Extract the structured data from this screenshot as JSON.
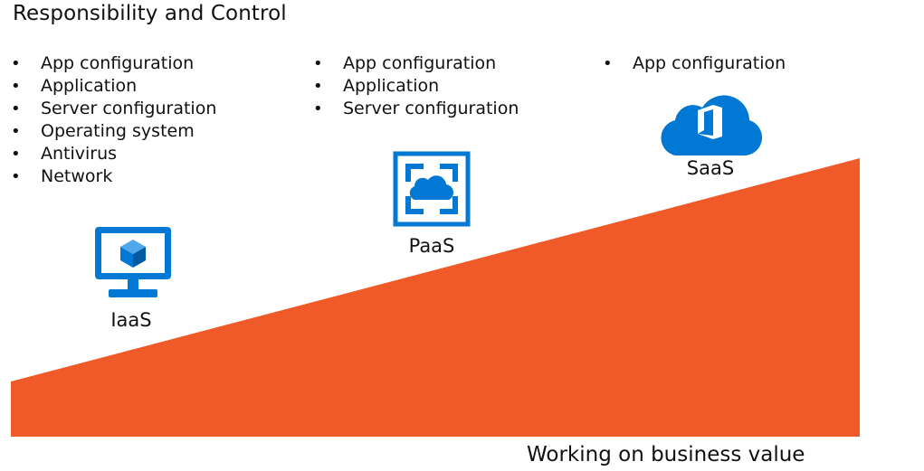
{
  "title": "Responsibility and Control",
  "colors": {
    "wedge": "#F05A28",
    "icon_blue": "#0078D4",
    "icon_blue_light": "#50A7EA",
    "text": "#111111"
  },
  "columns": {
    "iaas": [
      "App configuration",
      "Application",
      "Server configuration",
      "Operating system",
      "Antivirus",
      "Network"
    ],
    "paas": [
      "App configuration",
      "Application",
      "Server configuration"
    ],
    "saas": [
      "App configuration"
    ]
  },
  "services": {
    "iaas": {
      "label": "IaaS",
      "icon": "monitor-cube-icon"
    },
    "paas": {
      "label": "PaaS",
      "icon": "frame-cloud-icon"
    },
    "saas": {
      "label": "SaaS",
      "icon": "cloud-office-icon"
    }
  },
  "footer": "Working on business value"
}
